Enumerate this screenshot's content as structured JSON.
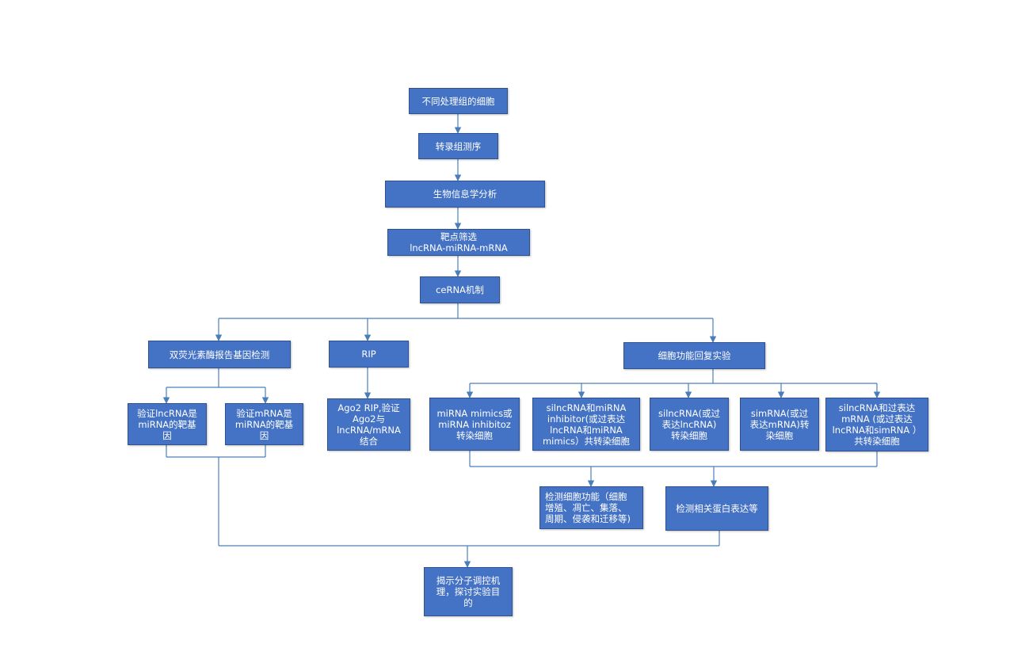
{
  "colors": {
    "node_fill": "#4472c4",
    "node_border": "#2f528f",
    "node_text": "#ffffff",
    "connector": "#4a7ebb"
  },
  "nodes": {
    "cells": "不同处理组的细胞",
    "transcriptome": "转录组测序",
    "bioinfo": "生物信息学分析",
    "target_screen": "靶点筛选\nlncRNA-miRNA-mRNA",
    "cerna": "ceRNA机制",
    "luciferase": "双荧光素酶报告基因检测",
    "rip": "RIP",
    "rescue": "细胞功能回复实验",
    "verify_lnc": "验证lncRNA是\nmiRNA的靶基\n因",
    "verify_mrna": "验证mRNA是\nmiRNA的靶基\n因",
    "ago2": "Ago2 RIP,验证\nAgo2与\nlncRNA/mRNA\n结合",
    "mimics": "miRNA mimics或\nmiRNA inhibitoz\n转染细胞",
    "si_inhib": "silncRNA和miRNA\ninhibitor(或过表达\nlncRNA和miRNA\nmimics）共转染细胞",
    "si_lnc": "silncRNA(或过\n表达lncRNA)\n转染细胞",
    "si_mrna": "simRNA(或过\n表达mRNA)转\n染细胞",
    "si_over": "silncRNA和过表达\nmRNA (或过表达\nlncRNA和simRNA ）\n共转染细胞",
    "detect_func": "检测细胞功能（细胞\n增殖、凋亡、集落、\n周期、侵袭和迁移等)",
    "detect_protein": "检测相关蛋白表达等",
    "reveal": "揭示分子调控机\n理，探讨实验目\n的"
  }
}
